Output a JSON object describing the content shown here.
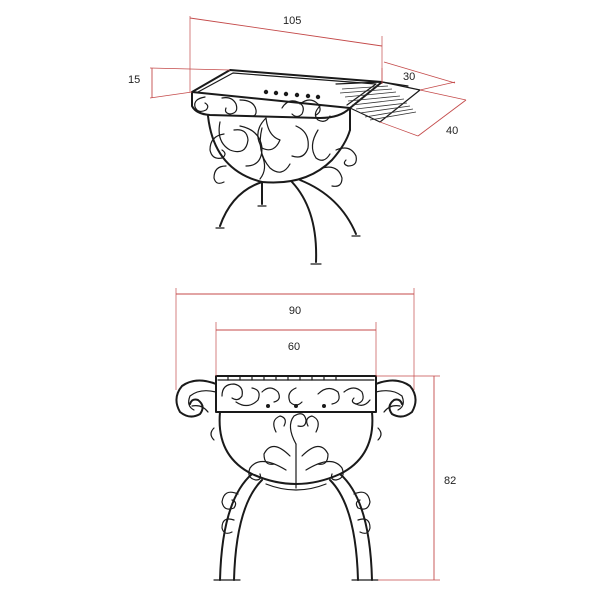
{
  "top_view": {
    "dimensions": {
      "length": "105",
      "height": "15",
      "shelf_width": "30",
      "shelf_depth": "40"
    }
  },
  "front_view": {
    "dimensions": {
      "overall_width": "90",
      "box_width": "60",
      "total_height": "82"
    }
  },
  "colors": {
    "dimension_line": "#c44a4a",
    "drawing_ink": "#1a1a1a",
    "background": "#ffffff"
  }
}
